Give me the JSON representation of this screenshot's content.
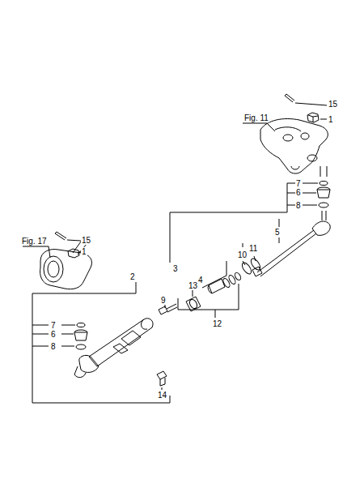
{
  "diagram": {
    "labels": [
      "15",
      "1",
      "Fig. 11",
      "7",
      "6",
      "8",
      "5",
      "11",
      "10",
      "Fig. 17",
      "15",
      "1",
      "2",
      "3",
      "4",
      "9",
      "13",
      "12",
      "7",
      "6",
      "8",
      "14"
    ]
  }
}
